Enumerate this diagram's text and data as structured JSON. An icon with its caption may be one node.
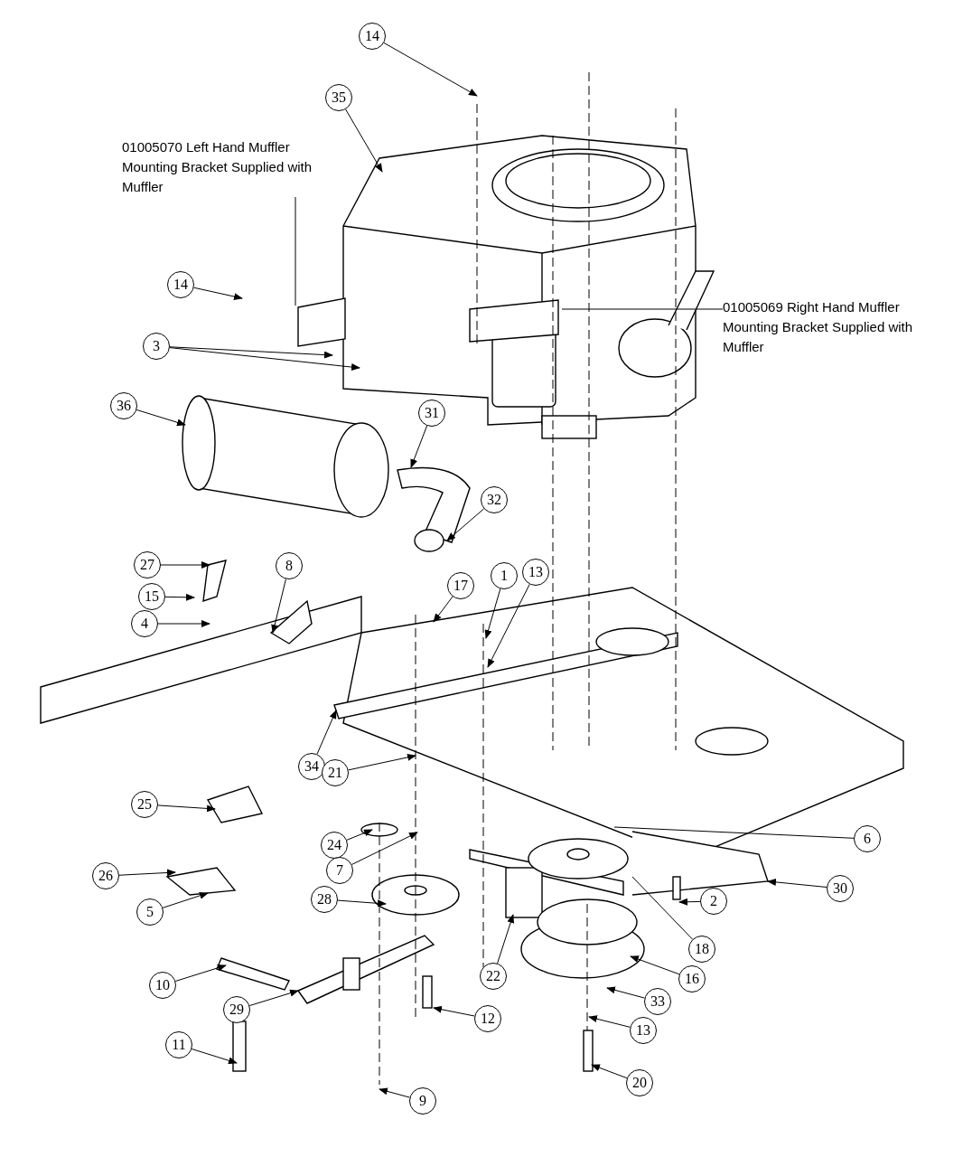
{
  "diagram": {
    "nodes": [
      {
        "text": [
          "14"
        ]
      },
      {
        "text": [
          "35"
        ]
      },
      {
        "text": [
          "01005070 Left Hand Muffler Mounting Bracket Supplied with Muffler"
        ]
      },
      {
        "text": [
          "14"
        ]
      },
      {
        "text": [
          "01005069 Right Hand Muffler Mounting Bracket Supplied with Muffler"
        ]
      },
      {
        "text": [
          "3"
        ]
      },
      {
        "text": [
          "36"
        ]
      },
      {
        "text": [
          "31"
        ]
      },
      {
        "text": [
          "32"
        ]
      },
      {
        "text": [
          "27"
        ]
      },
      {
        "text": [
          "8"
        ]
      },
      {
        "text": [
          "1"
        ]
      },
      {
        "text": [
          "13"
        ]
      },
      {
        "text": [
          "17"
        ]
      },
      {
        "text": [
          "15"
        ]
      },
      {
        "text": [
          "4"
        ]
      },
      {
        "text": [
          "34"
        ]
      },
      {
        "text": [
          "21"
        ]
      },
      {
        "text": [
          "25"
        ]
      },
      {
        "text": [
          "6"
        ]
      },
      {
        "text": [
          "24"
        ]
      },
      {
        "text": [
          "7"
        ]
      },
      {
        "text": [
          "26"
        ]
      },
      {
        "text": [
          "30"
        ]
      },
      {
        "text": [
          "28"
        ]
      },
      {
        "text": [
          "2"
        ]
      },
      {
        "text": [
          "5"
        ]
      },
      {
        "text": [
          "18"
        ]
      },
      {
        "text": [
          "22"
        ]
      },
      {
        "text": [
          "10"
        ]
      },
      {
        "text": [
          "16"
        ]
      },
      {
        "text": [
          "29"
        ]
      },
      {
        "text": [
          "33"
        ]
      },
      {
        "text": [
          "12"
        ]
      },
      {
        "text": [
          "13"
        ]
      },
      {
        "text": [
          "11"
        ]
      },
      {
        "text": [
          "20"
        ]
      },
      {
        "text": [
          "9"
        ]
      }
    ],
    "edges": [
      {
        "from": 0,
        "to": null,
        "arrow": "to"
      },
      {
        "from": 1,
        "to": null,
        "arrow": "to"
      },
      {
        "from": 2,
        "to": null,
        "arrow": "none"
      },
      {
        "from": 3,
        "to": null,
        "arrow": "to"
      },
      {
        "from": 4,
        "to": null,
        "arrow": "none"
      },
      {
        "from": 5,
        "to": null,
        "arrow": "to"
      },
      {
        "from": 5,
        "to": null,
        "arrow": "to"
      },
      {
        "from": 6,
        "to": null,
        "arrow": "to"
      },
      {
        "from": 7,
        "to": null,
        "arrow": "to"
      },
      {
        "from": 8,
        "to": null,
        "arrow": "to"
      },
      {
        "from": 9,
        "to": null,
        "arrow": "to"
      },
      {
        "from": 10,
        "to": null,
        "arrow": "to"
      },
      {
        "from": 11,
        "to": null,
        "arrow": "to"
      },
      {
        "from": 12,
        "to": null,
        "arrow": "to"
      },
      {
        "from": 13,
        "to": null,
        "arrow": "to"
      },
      {
        "from": 14,
        "to": null,
        "arrow": "to"
      },
      {
        "from": 15,
        "to": null,
        "arrow": "to"
      },
      {
        "from": 16,
        "to": null,
        "arrow": "to"
      },
      {
        "from": 17,
        "to": null,
        "arrow": "to"
      },
      {
        "from": 18,
        "to": null,
        "arrow": "to"
      },
      {
        "from": 19,
        "to": null,
        "arrow": "none"
      },
      {
        "from": 20,
        "to": null,
        "arrow": "to"
      },
      {
        "from": 21,
        "to": null,
        "arrow": "to"
      },
      {
        "from": 22,
        "to": null,
        "arrow": "to"
      },
      {
        "from": 23,
        "to": null,
        "arrow": "to"
      },
      {
        "from": 24,
        "to": null,
        "arrow": "to"
      },
      {
        "from": 25,
        "to": null,
        "arrow": "to"
      },
      {
        "from": 26,
        "to": null,
        "arrow": "to"
      },
      {
        "from": 27,
        "to": null,
        "arrow": "none"
      },
      {
        "from": 28,
        "to": null,
        "arrow": "to"
      },
      {
        "from": 29,
        "to": null,
        "arrow": "to"
      },
      {
        "from": 30,
        "to": null,
        "arrow": "to"
      },
      {
        "from": 31,
        "to": null,
        "arrow": "to"
      },
      {
        "from": 32,
        "to": null,
        "arrow": "to"
      },
      {
        "from": 33,
        "to": null,
        "arrow": "to"
      },
      {
        "from": 34,
        "to": null,
        "arrow": "to"
      },
      {
        "from": 35,
        "to": null,
        "arrow": "to"
      },
      {
        "from": 36,
        "to": null,
        "arrow": "to"
      },
      {
        "from": 37,
        "to": null,
        "arrow": "to"
      }
    ]
  }
}
